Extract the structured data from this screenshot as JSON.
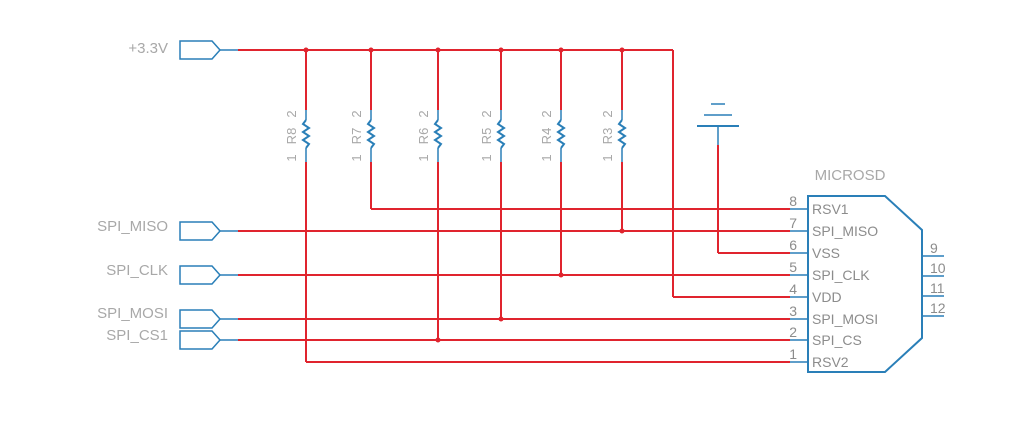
{
  "power": {
    "net_label": "+3.3V"
  },
  "ground": {
    "symbol": "ground-icon"
  },
  "nets": {
    "miso": "SPI_MISO",
    "clk": "SPI_CLK",
    "mosi": "SPI_MOSI",
    "cs1": "SPI_CS1"
  },
  "resistors": [
    {
      "ref": "R8",
      "pin_top": "2",
      "pin_bottom": "1"
    },
    {
      "ref": "R7",
      "pin_top": "2",
      "pin_bottom": "1"
    },
    {
      "ref": "R6",
      "pin_top": "2",
      "pin_bottom": "1"
    },
    {
      "ref": "R5",
      "pin_top": "2",
      "pin_bottom": "1"
    },
    {
      "ref": "R4",
      "pin_top": "2",
      "pin_bottom": "1"
    },
    {
      "ref": "R3",
      "pin_top": "2",
      "pin_bottom": "1"
    }
  ],
  "connector": {
    "name": "MICROSD",
    "pins": [
      {
        "num": "8",
        "name": "RSV1"
      },
      {
        "num": "7",
        "name": "SPI_MISO"
      },
      {
        "num": "6",
        "name": "VSS"
      },
      {
        "num": "5",
        "name": "SPI_CLK"
      },
      {
        "num": "4",
        "name": "VDD"
      },
      {
        "num": "3",
        "name": "SPI_MOSI"
      },
      {
        "num": "2",
        "name": "SPI_CS"
      },
      {
        "num": "1",
        "name": "RSV2"
      }
    ],
    "side_pins": [
      "9",
      "10",
      "11",
      "12"
    ]
  },
  "colors": {
    "wire": "#e0242e",
    "symbol": "#2a7fb8",
    "label": "#a8a8a8"
  }
}
